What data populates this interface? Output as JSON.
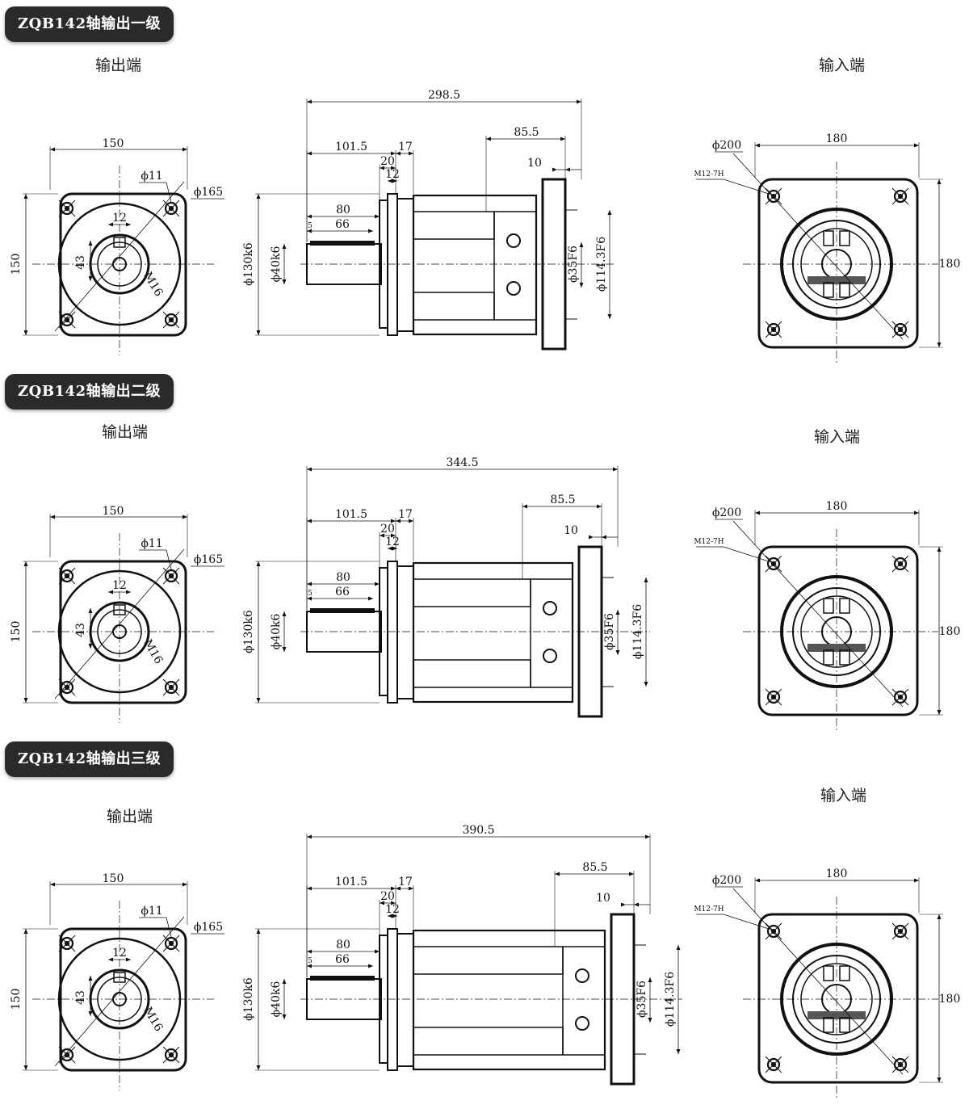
{
  "sections": [
    {
      "title": "ZQB142轴输出一级",
      "output_end_label": "输出端",
      "input_end_label": "输入端",
      "front": {
        "width": "150",
        "height": "150",
        "hole": "ϕ11",
        "pcd": "ϕ165",
        "key": "12",
        "shaft_h": "43",
        "thread": "M16"
      },
      "side": {
        "total": "298.5",
        "d1": "101.5",
        "d2": "17",
        "d3": "20",
        "d4": "12",
        "d5": "85.5",
        "d6": "10",
        "d7": "80",
        "d8": "66",
        "d9": "5",
        "pilot": "ϕ130k6",
        "shaft": "ϕ40k6",
        "bore": "ϕ35F6",
        "spigot": "ϕ114.3F6"
      },
      "rear": {
        "pcd": "ϕ200",
        "width": "180",
        "height": "180",
        "thread": "M12-7H"
      }
    },
    {
      "title": "ZQB142轴输出二级",
      "output_end_label": "输出端",
      "input_end_label": "输入端",
      "front": {
        "width": "150",
        "height": "150",
        "hole": "ϕ11",
        "pcd": "ϕ165",
        "key": "12",
        "shaft_h": "43",
        "thread": "M16"
      },
      "side": {
        "total": "344.5",
        "d1": "101.5",
        "d2": "17",
        "d3": "20",
        "d4": "12",
        "d5": "85.5",
        "d6": "10",
        "d7": "80",
        "d8": "66",
        "d9": "5",
        "pilot": "ϕ130k6",
        "shaft": "ϕ40k6",
        "bore": "ϕ35F6",
        "spigot": "ϕ114.3F6"
      },
      "rear": {
        "pcd": "ϕ200",
        "width": "180",
        "height": "180",
        "thread": "M12-7H"
      }
    },
    {
      "title": "ZQB142轴输出三级",
      "output_end_label": "输出端",
      "input_end_label": "输入端",
      "front": {
        "width": "150",
        "height": "150",
        "hole": "ϕ11",
        "pcd": "ϕ165",
        "key": "12",
        "shaft_h": "43",
        "thread": "M16"
      },
      "side": {
        "total": "390.5",
        "d1": "101.5",
        "d2": "17",
        "d3": "20",
        "d4": "12",
        "d5": "85.5",
        "d6": "10",
        "d7": "80",
        "d8": "66",
        "d9": "5",
        "pilot": "ϕ130k6",
        "shaft": "ϕ40k6",
        "bore": "ϕ35F6",
        "spigot": "ϕ114.3F6"
      },
      "rear": {
        "pcd": "ϕ200",
        "width": "180",
        "height": "180",
        "thread": "M12-7H"
      }
    }
  ]
}
